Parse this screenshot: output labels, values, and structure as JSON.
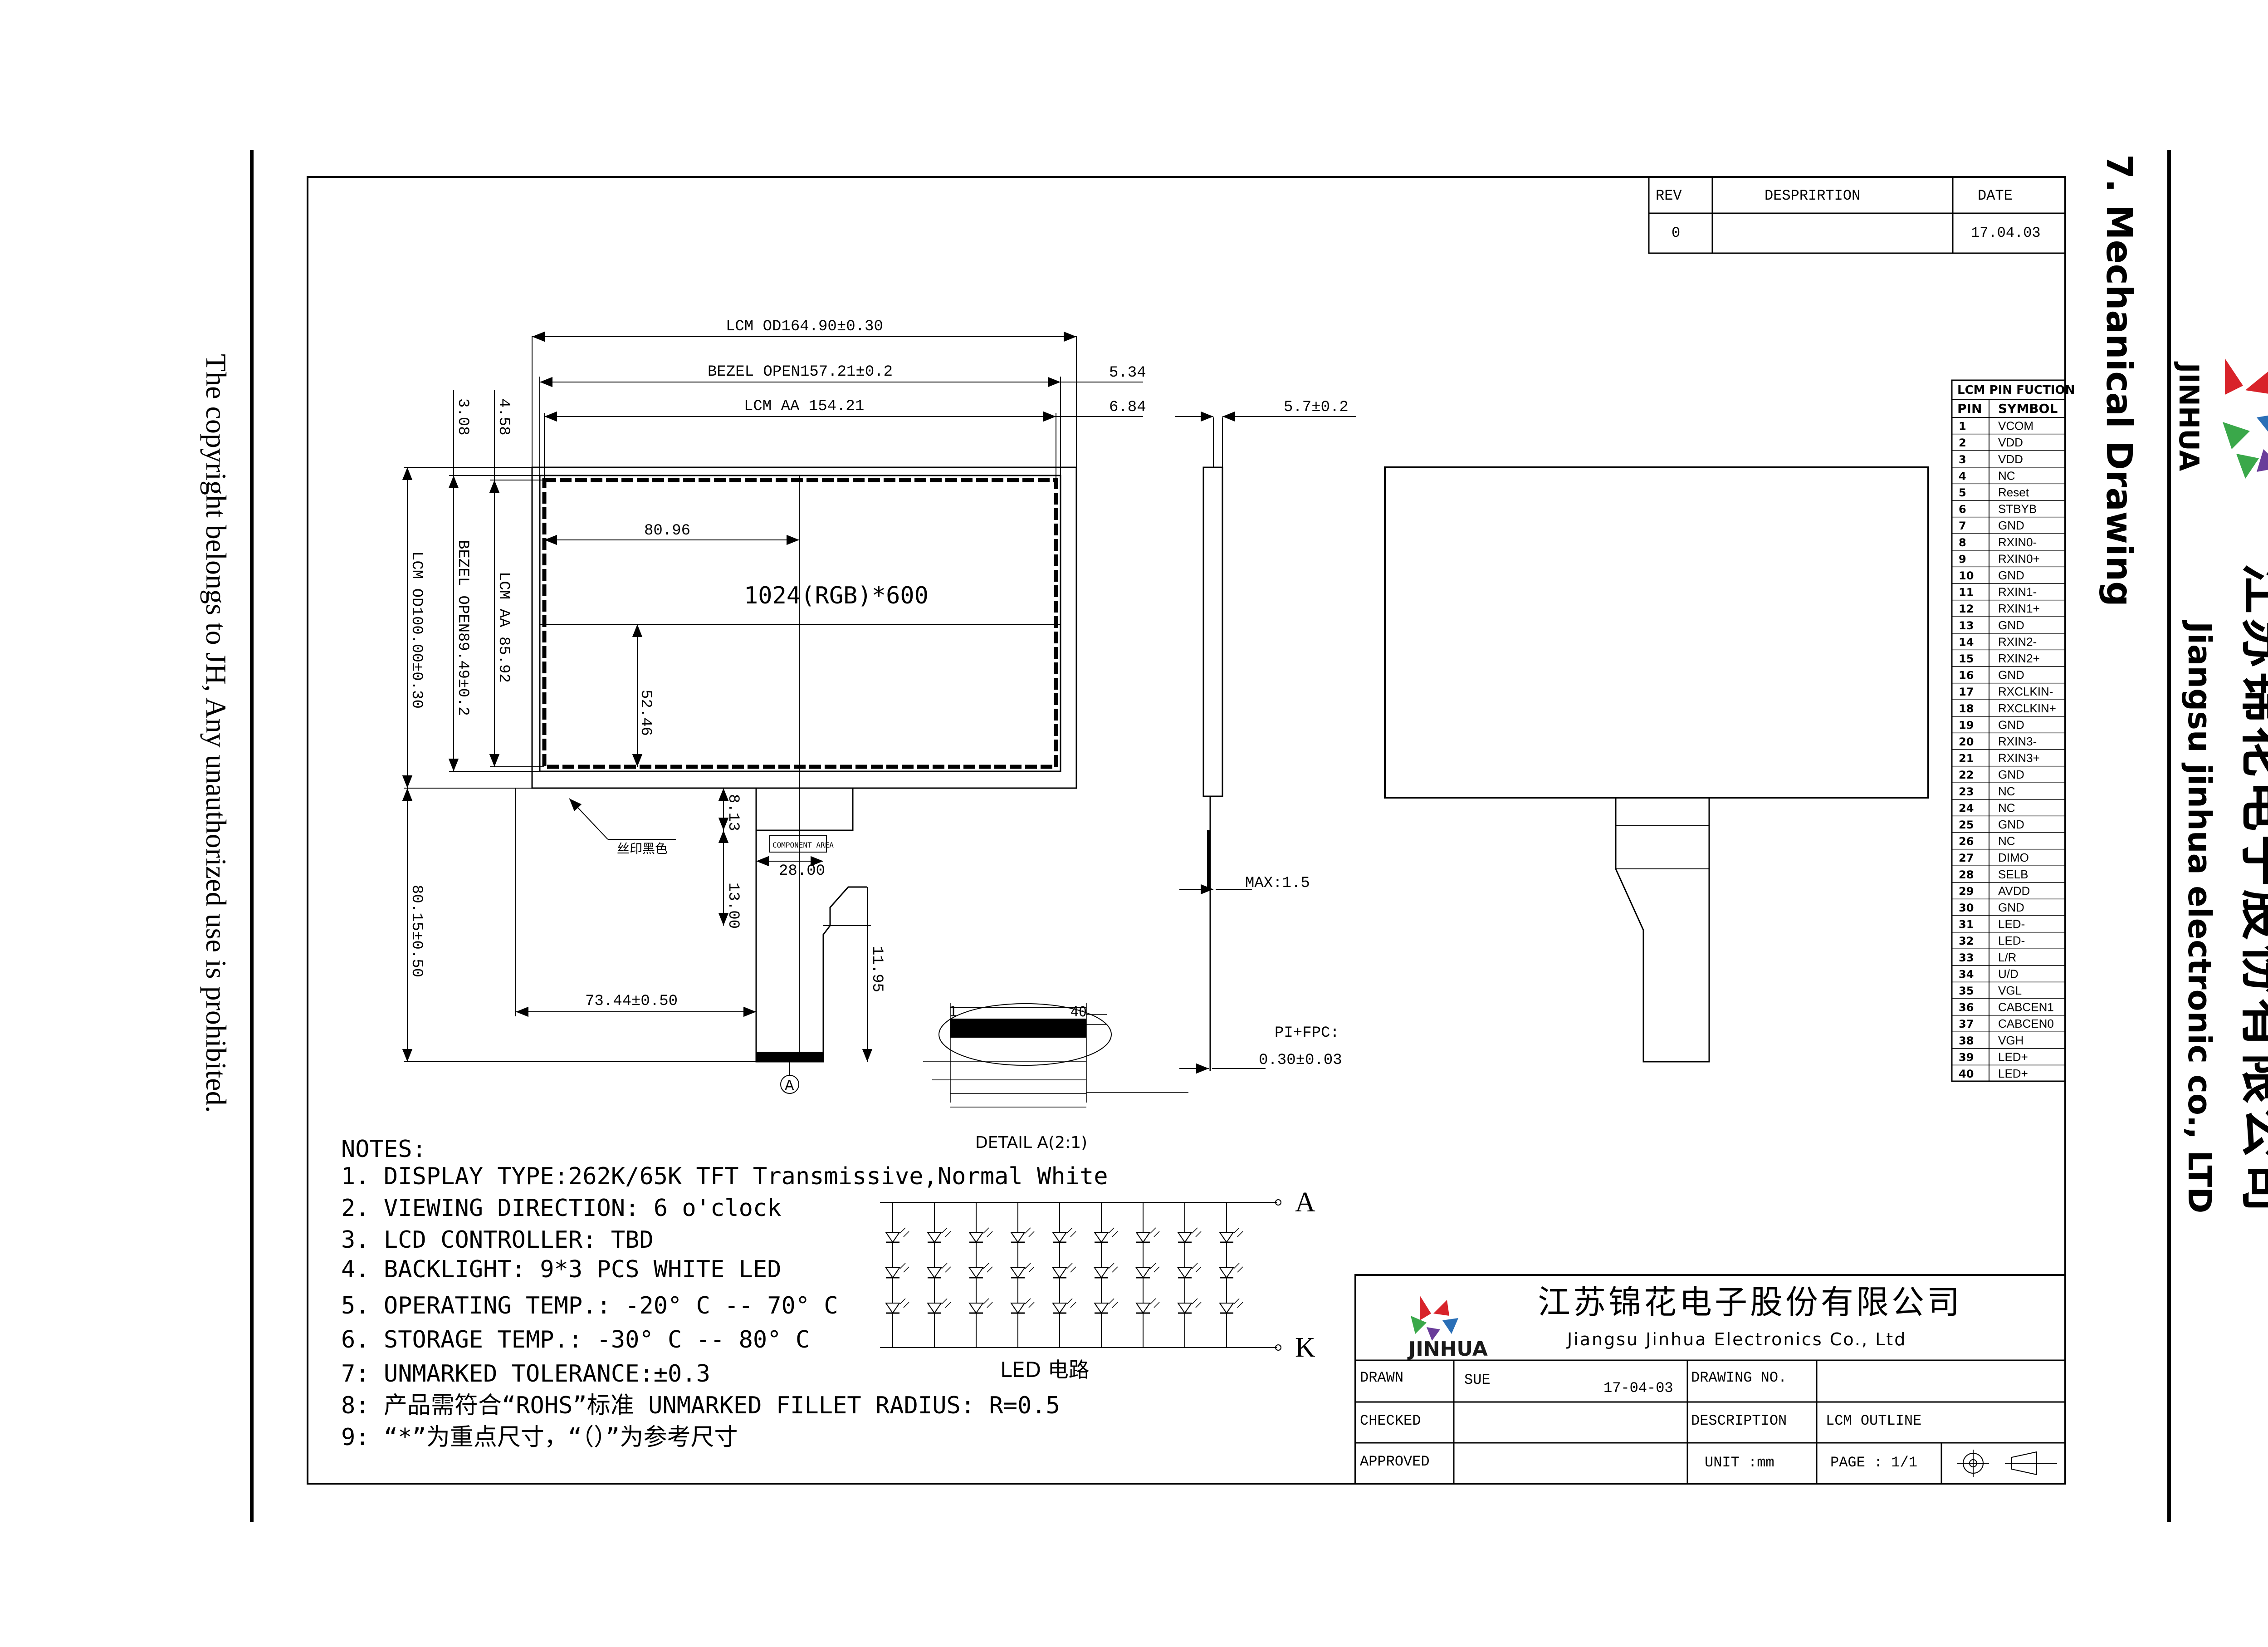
{
  "copyright": "The copyright belongs to JH,  Any unauthorized use is prohibited.",
  "section_title": "7. Mechanical Drawing",
  "company": {
    "name_cn": "江苏锦花电子股份有限公司",
    "name_en": "Jiangsu jinhua electronic co., LTD",
    "logo_text": "JINHUA",
    "name_en_block": "Jiangsu Jinhua Electronics Co., Ltd"
  },
  "revision_table": {
    "headers": [
      "REV",
      "DESPRIRTION",
      "DATE"
    ],
    "row": [
      "0",
      "",
      "17.04.03"
    ]
  },
  "dimensions": {
    "lcm_od_w": "LCM OD164.90±0.30",
    "bezel_open_w": "BEZEL OPEN157.21±0.2",
    "lcm_aa_w": "LCM AA 154.21",
    "d_534": "5.34",
    "d_684": "6.84",
    "d_458": "4.58",
    "d_308": "3.08",
    "d_8096": "80.96",
    "resolution": "1024(RGB)*600",
    "lcm_od_h": "LCM OD100.00±0.30",
    "bezel_open_h": "BEZEL OPEN89.49±0.2",
    "lcm_aa_h": "LCM AA 85.92",
    "d_5246": "52.46",
    "d_813": "8.13",
    "component_area": "COMPONENT AREA",
    "d_2800": "28.00",
    "d_1300": "13.00",
    "d_1195": "11.95",
    "d_8015": "80.15±0.50",
    "d_7344": "73.44±0.50",
    "silk_label": "丝印黑色",
    "marker_a": "A",
    "thickness": "5.7±0.2",
    "max_15": "MAX:1.5",
    "pi_fpc": "PI+FPC:",
    "pi_fpc_val": "0.30±0.03",
    "pin_1": "1",
    "pin_40": "40",
    "detail_label": "DETAIL A(2:1)"
  },
  "pin_table": {
    "title": "LCM PIN FUCTION",
    "headers": [
      "PIN",
      "SYMBOL"
    ],
    "rows": [
      [
        "1",
        "VCOM"
      ],
      [
        "2",
        "VDD"
      ],
      [
        "3",
        "VDD"
      ],
      [
        "4",
        "NC"
      ],
      [
        "5",
        "Reset"
      ],
      [
        "6",
        "STBYB"
      ],
      [
        "7",
        "GND"
      ],
      [
        "8",
        "RXIN0-"
      ],
      [
        "9",
        "RXIN0+"
      ],
      [
        "10",
        "GND"
      ],
      [
        "11",
        "RXIN1-"
      ],
      [
        "12",
        "RXIN1+"
      ],
      [
        "13",
        "GND"
      ],
      [
        "14",
        "RXIN2-"
      ],
      [
        "15",
        "RXIN2+"
      ],
      [
        "16",
        "GND"
      ],
      [
        "17",
        "RXCLKIN-"
      ],
      [
        "18",
        "RXCLKIN+"
      ],
      [
        "19",
        "GND"
      ],
      [
        "20",
        "RXIN3-"
      ],
      [
        "21",
        "RXIN3+"
      ],
      [
        "22",
        "GND"
      ],
      [
        "23",
        "NC"
      ],
      [
        "24",
        "NC"
      ],
      [
        "25",
        "GND"
      ],
      [
        "26",
        "NC"
      ],
      [
        "27",
        "DIMO"
      ],
      [
        "28",
        "SELB"
      ],
      [
        "29",
        "AVDD"
      ],
      [
        "30",
        "GND"
      ],
      [
        "31",
        "LED-"
      ],
      [
        "32",
        "LED-"
      ],
      [
        "33",
        "L/R"
      ],
      [
        "34",
        "U/D"
      ],
      [
        "35",
        "VGL"
      ],
      [
        "36",
        "CABCEN1"
      ],
      [
        "37",
        "CABCEN0"
      ],
      [
        "38",
        "VGH"
      ],
      [
        "39",
        "LED+"
      ],
      [
        "40",
        "LED+"
      ]
    ]
  },
  "notes": {
    "title": "NOTES:",
    "items": [
      "1. DISPLAY TYPE:262K/65K TFT Transmissive,Normal White",
      "2. VIEWING DIRECTION:   6 o'clock",
      "3. LCD CONTROLLER: TBD",
      "4. BACKLIGHT: 9*3 PCS WHITE LED",
      "5. OPERATING TEMP.:  -20° C -- 70° C",
      "6. STORAGE TEMP.:    -30° C -- 80° C",
      "7: UNMARKED TOLERANCE:±0.3",
      "8: 产品需符合“ROHS”标准   UNMARKED FILLET RADIUS: R=0.5",
      "9: “*”为重点尺寸，“（）”为参考尺寸"
    ]
  },
  "led_circuit": {
    "label": "LED 电路",
    "anode": "A",
    "cathode": "K"
  },
  "title_block": {
    "drawn_label": "DRAWN",
    "drawn_value": "SUE",
    "drawn_date": "17-04-03",
    "checked_label": "CHECKED",
    "approved_label": "APPROVED",
    "drawing_no_label": "DRAWING NO.",
    "description_label": "DESCRIPTION",
    "description_value": "LCM OUTLINE",
    "unit": "UNIT :mm",
    "page": "PAGE  : 1/1"
  },
  "colors": {
    "logo_red": "#d8232a",
    "logo_blue": "#2a6fb7",
    "logo_green": "#3aa84a",
    "logo_purple": "#6a3d9a"
  }
}
